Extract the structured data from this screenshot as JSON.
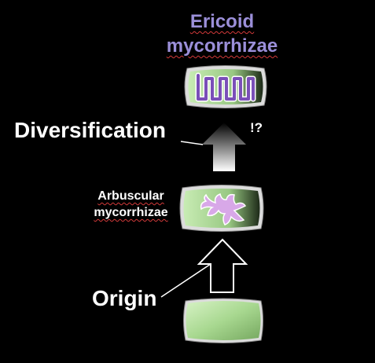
{
  "diagram": {
    "top_label_line1": "Ericoid",
    "top_label_line2": "mycorrhizae",
    "diversification_label": "Diversification",
    "question_mark": "!?",
    "middle_label_line1": "Arbuscular",
    "middle_label_line2": "mycorrhizae",
    "origin_label": "Origin"
  },
  "colors": {
    "background": "#000000",
    "cell_green": "#b8e0a0",
    "ericoid_fill": "#7a4fb8",
    "arbuscule_fill": "#d8a8e8",
    "title_text": "#9b8fd9",
    "label_text": "#ffffff",
    "spell_underline": "#d43a3a"
  }
}
